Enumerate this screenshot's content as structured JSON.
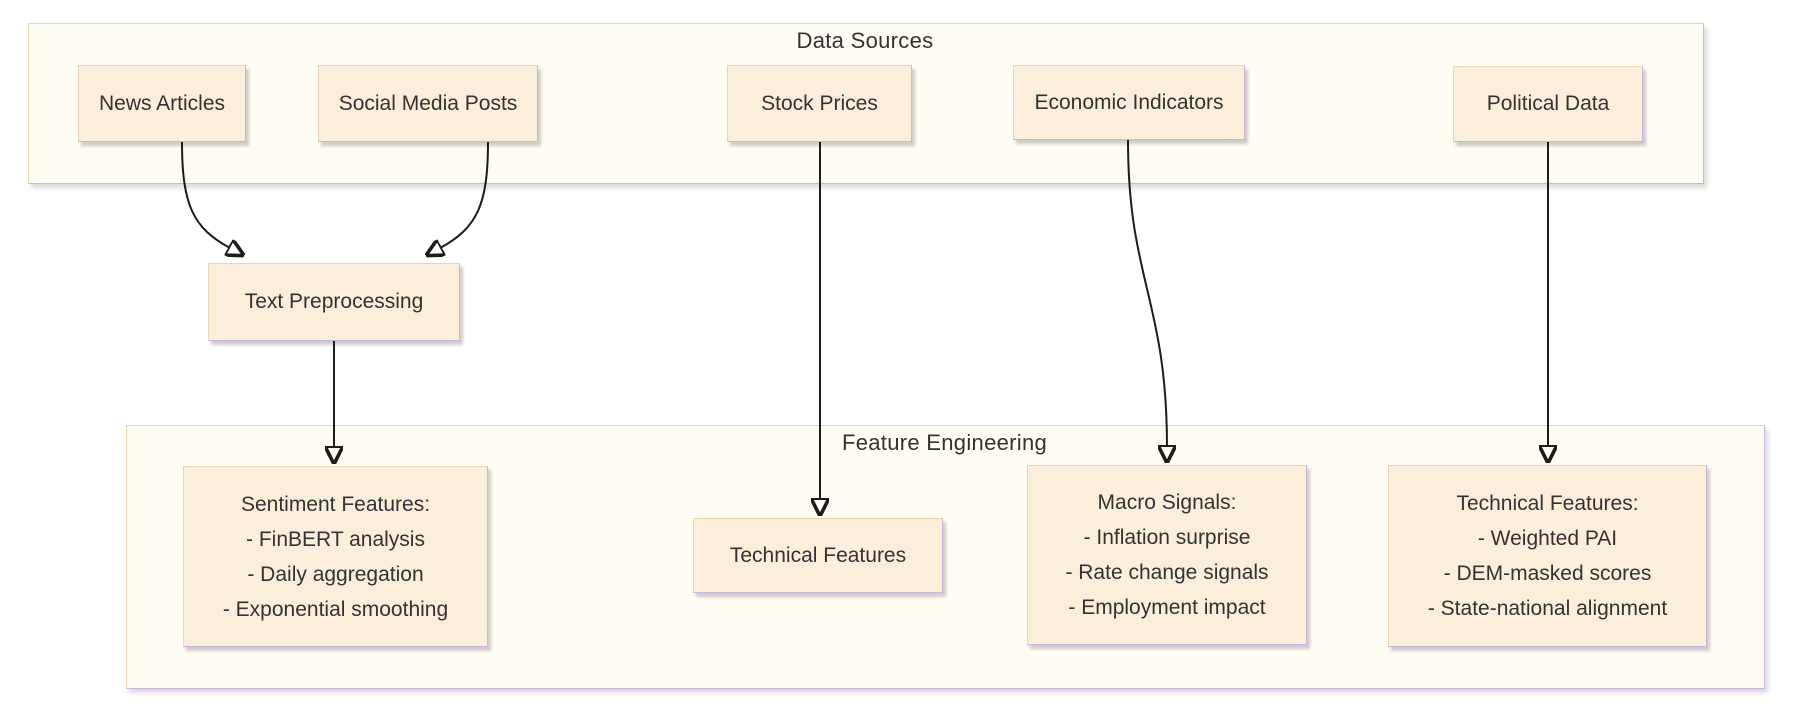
{
  "sections": {
    "data_sources": {
      "title": "Data Sources"
    },
    "feature_engineering": {
      "title": "Feature Engineering"
    }
  },
  "nodes": {
    "news_articles": {
      "label": "News Articles"
    },
    "social_media_posts": {
      "label": "Social Media Posts"
    },
    "stock_prices": {
      "label": "Stock Prices"
    },
    "economic_indicators": {
      "label": "Economic Indicators"
    },
    "political_data": {
      "label": "Political Data"
    },
    "text_preprocessing": {
      "label": "Text Preprocessing"
    },
    "sentiment_features": {
      "lines": [
        "Sentiment Features:",
        "- FinBERT analysis",
        "- Daily aggregation",
        "- Exponential smoothing"
      ]
    },
    "technical_features": {
      "label": "Technical Features"
    },
    "macro_signals": {
      "lines": [
        "Macro Signals:",
        "- Inflation surprise",
        "- Rate change signals",
        "- Employment impact"
      ]
    },
    "technical_features_political": {
      "lines": [
        "Technical Features:",
        "- Weighted PAI",
        "- DEM-masked scores",
        "- State-national alignment"
      ]
    }
  },
  "edges": [
    {
      "from": "news_articles",
      "to": "text_preprocessing"
    },
    {
      "from": "social_media_posts",
      "to": "text_preprocessing"
    },
    {
      "from": "text_preprocessing",
      "to": "sentiment_features"
    },
    {
      "from": "stock_prices",
      "to": "technical_features"
    },
    {
      "from": "economic_indicators",
      "to": "macro_signals"
    },
    {
      "from": "political_data",
      "to": "technical_features_political"
    }
  ],
  "colors": {
    "node_fill": "#fbeeda",
    "node_border_warm": "#e9d5ae",
    "node_border_cool": "#cdb2e6",
    "container_fill": "#fffcf3",
    "edge": "#1c1c1c",
    "text": "#333333"
  }
}
